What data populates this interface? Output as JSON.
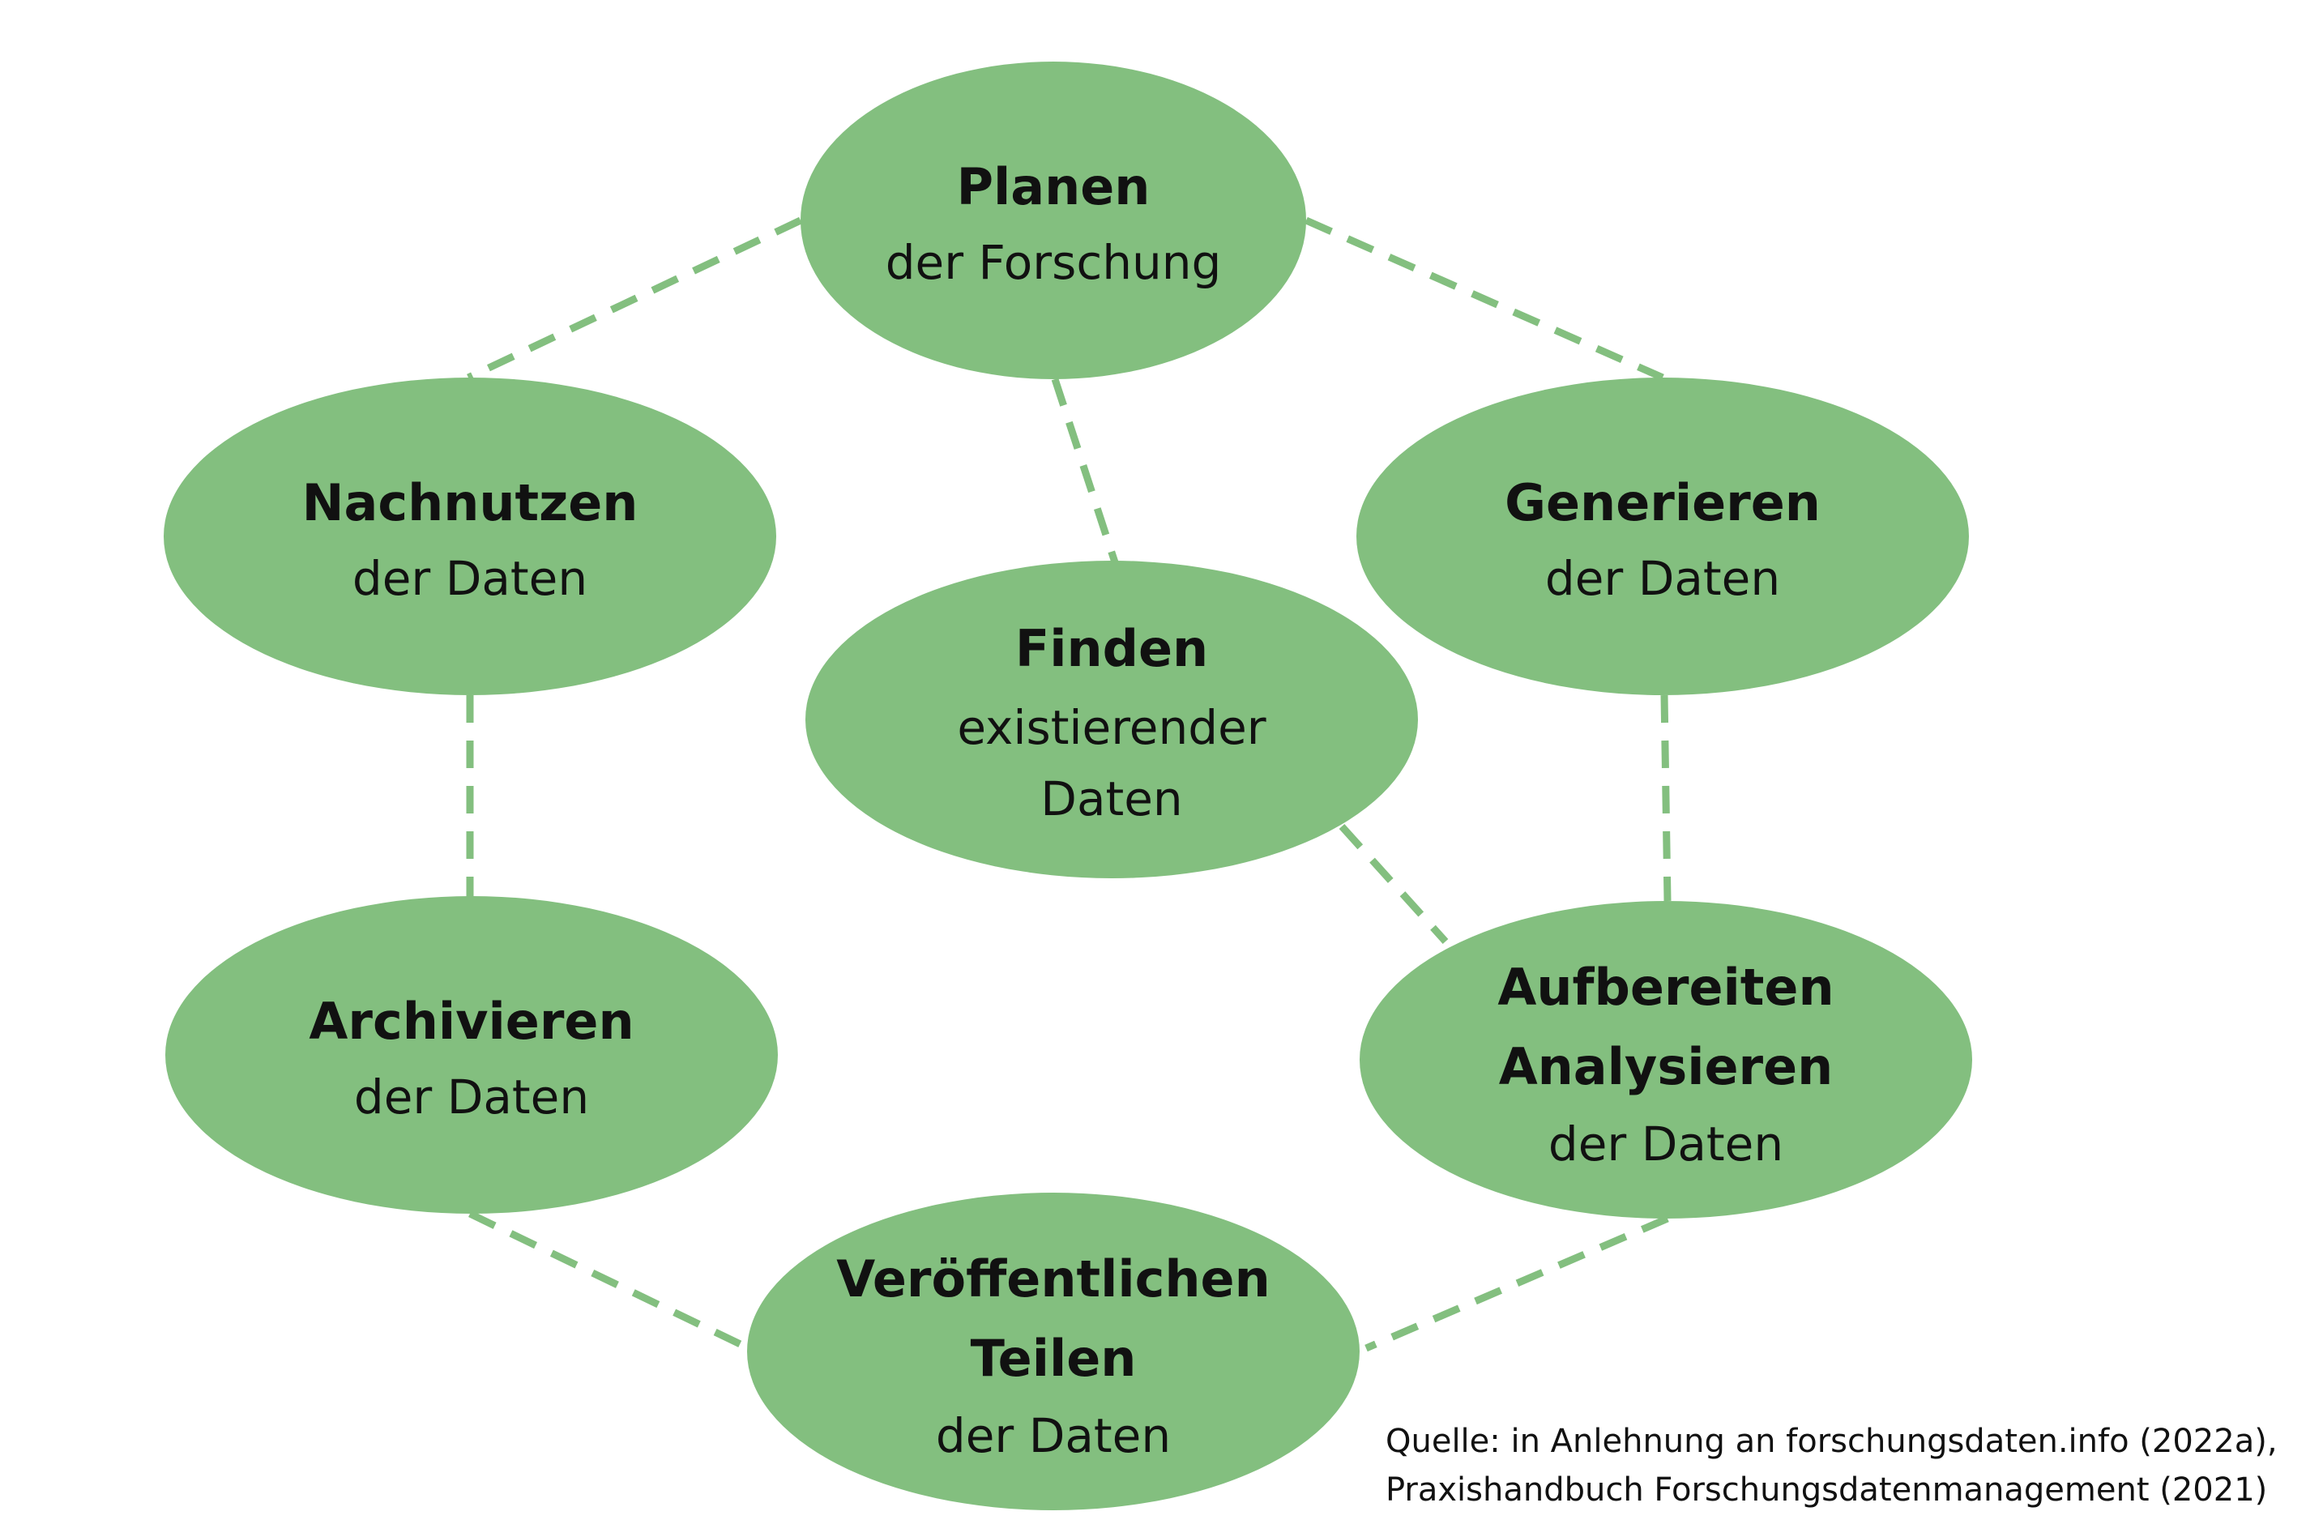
{
  "colors": {
    "node_fill": "#83bf7f",
    "connector": "#83bf7f",
    "text": "#111111"
  },
  "nodes": {
    "planen": {
      "title": "Planen",
      "sub": "der Forschung"
    },
    "nachnutzen": {
      "title": "Nachnutzen",
      "sub": "der Daten"
    },
    "generieren": {
      "title": "Generieren",
      "sub": "der Daten"
    },
    "finden": {
      "title": "Finden",
      "sub1": "existierender",
      "sub2": "Daten"
    },
    "archivieren": {
      "title": "Archivieren",
      "sub": "der Daten"
    },
    "aufbereiten": {
      "title1": "Aufbereiten",
      "title2": "Analysieren",
      "sub": "der Daten"
    },
    "veroeffentlichen": {
      "title1": "Veröffentlichen",
      "title2": "Teilen",
      "sub": "der Daten"
    }
  },
  "source": {
    "line1": "Quelle: in Anlehnung an forschungsdaten.info (2022a),",
    "line2": "Praxishandbuch Forschungsdatenmanagement (2021)"
  }
}
